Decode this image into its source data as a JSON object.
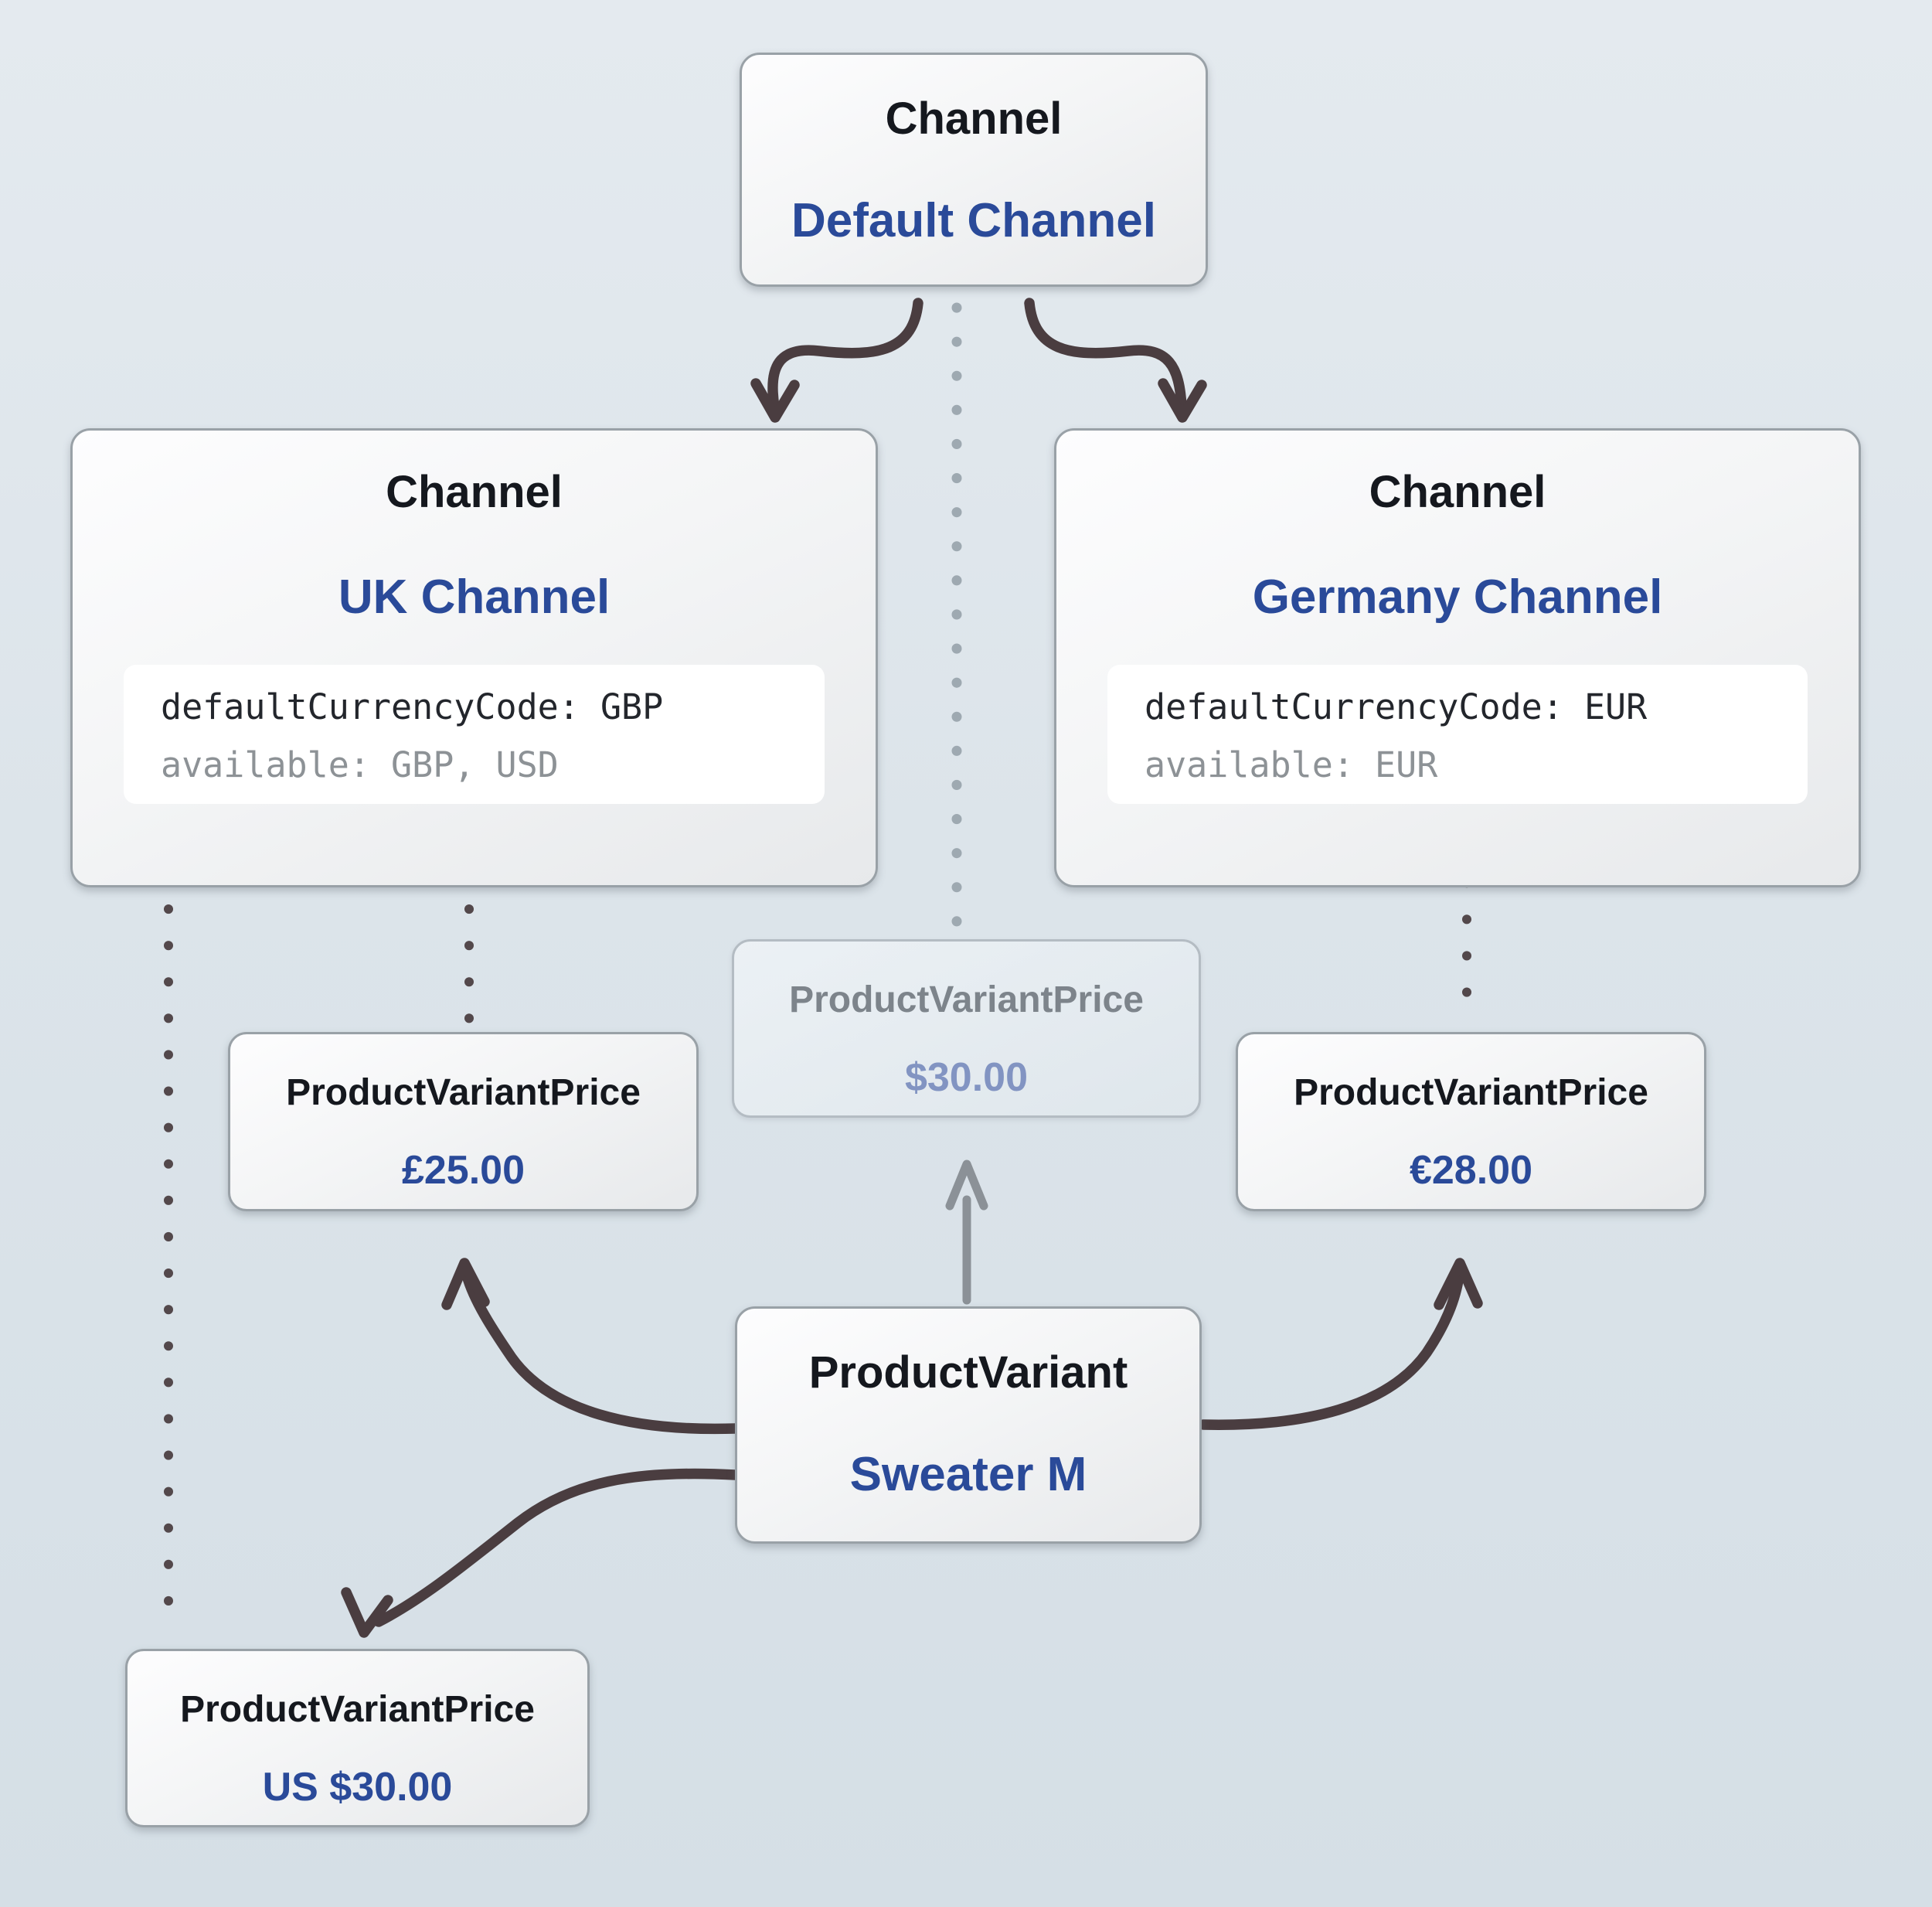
{
  "nodes": {
    "default_channel": {
      "type": "Channel",
      "name": "Default Channel"
    },
    "uk_channel": {
      "type": "Channel",
      "name": "UK Channel",
      "code": {
        "default_currency": "defaultCurrencyCode: GBP",
        "available": "available: GBP, USD"
      }
    },
    "germany_channel": {
      "type": "Channel",
      "name": "Germany Channel",
      "code": {
        "default_currency": "defaultCurrencyCode: EUR",
        "available": "available: EUR"
      }
    },
    "default_channel_price": {
      "type": "ProductVariantPrice",
      "value": "$30.00"
    },
    "uk_price": {
      "type": "ProductVariantPrice",
      "value": "£25.00"
    },
    "germany_price": {
      "type": "ProductVariantPrice",
      "value": "€28.00"
    },
    "us_price": {
      "type": "ProductVariantPrice",
      "value": "US $30.00"
    },
    "product_variant": {
      "type": "ProductVariant",
      "name": "Sweater M"
    }
  },
  "colors": {
    "background_top": "#e4eaef",
    "background_bottom": "#d5dfe6",
    "heading_dark": "#15181e",
    "entity_name_blue": "#2a4a99",
    "code_text_dark": "#23262c",
    "code_muted_gray": "#8d9296",
    "arrow_dark": "#4a3d40",
    "dotted_dark": "#53484b",
    "dotted_light_gray": "#9ea9b1",
    "faded_arrow_gray": "#8b9197",
    "faded_text_gray": "#7d848b",
    "faded_price_blue": "#8294c2"
  }
}
